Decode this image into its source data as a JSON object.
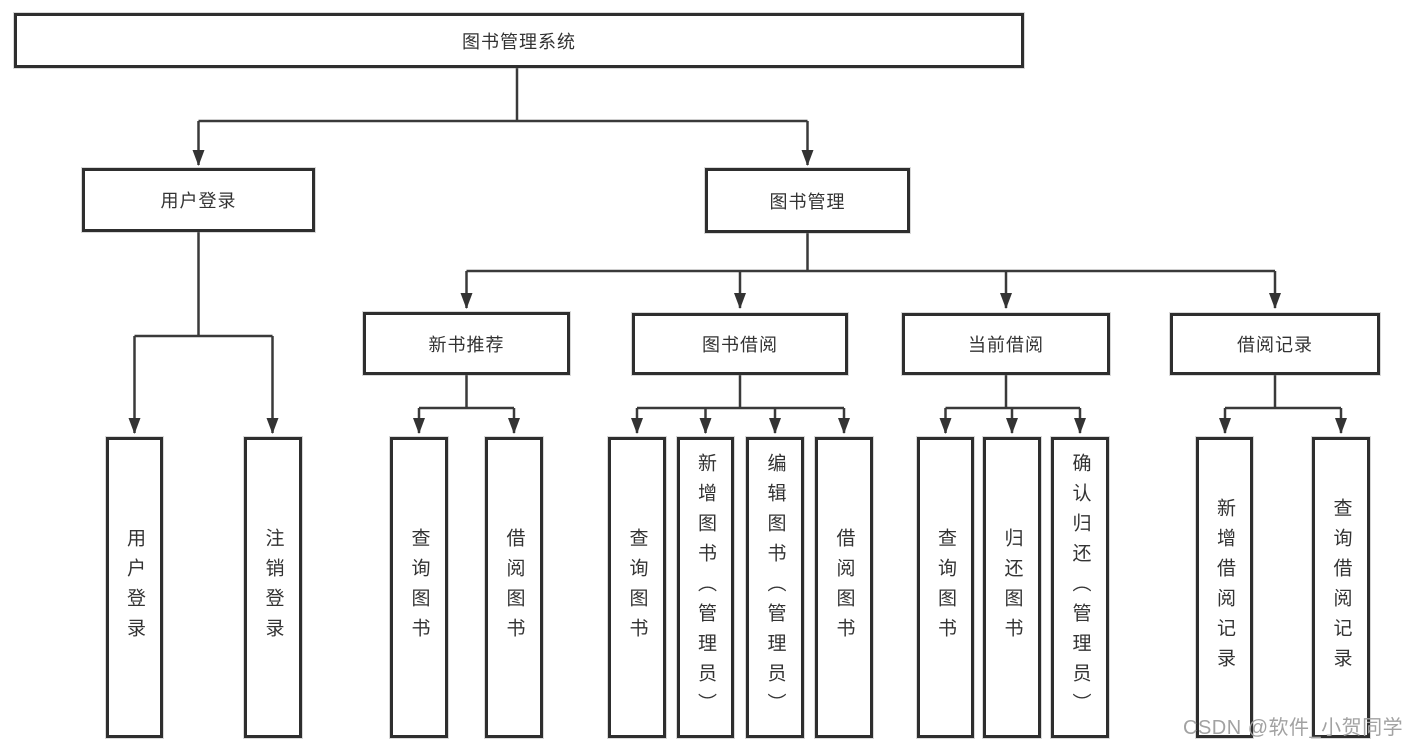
{
  "diagram": {
    "type": "hierarchy-tree",
    "watermark": "CSDN @软件_小贺同学",
    "colors": {
      "background": "#ffffff",
      "box_border": "#2e2e2e",
      "line": "#3a3a3a",
      "text": "#333333",
      "watermark": "#a2a2a2"
    },
    "tree": {
      "label": "图书管理系统",
      "children": [
        {
          "label": "用户登录",
          "children": [
            {
              "label": "用户登录"
            },
            {
              "label": "注销登录"
            }
          ]
        },
        {
          "label": "图书管理",
          "children": [
            {
              "label": "新书推荐",
              "children": [
                {
                  "label": "查询图书"
                },
                {
                  "label": "借阅图书"
                }
              ]
            },
            {
              "label": "图书借阅",
              "children": [
                {
                  "label": "查询图书"
                },
                {
                  "label": "新增图书（管理员）"
                },
                {
                  "label": "编辑图书（管理员）"
                },
                {
                  "label": "借阅图书"
                }
              ]
            },
            {
              "label": "当前借阅",
              "children": [
                {
                  "label": "查询图书"
                },
                {
                  "label": "归还图书"
                },
                {
                  "label": "确认归还（管理员）"
                }
              ]
            },
            {
              "label": "借阅记录",
              "children": [
                {
                  "label": "新增借阅记录"
                },
                {
                  "label": "查询借阅记录"
                }
              ]
            }
          ]
        }
      ]
    }
  }
}
